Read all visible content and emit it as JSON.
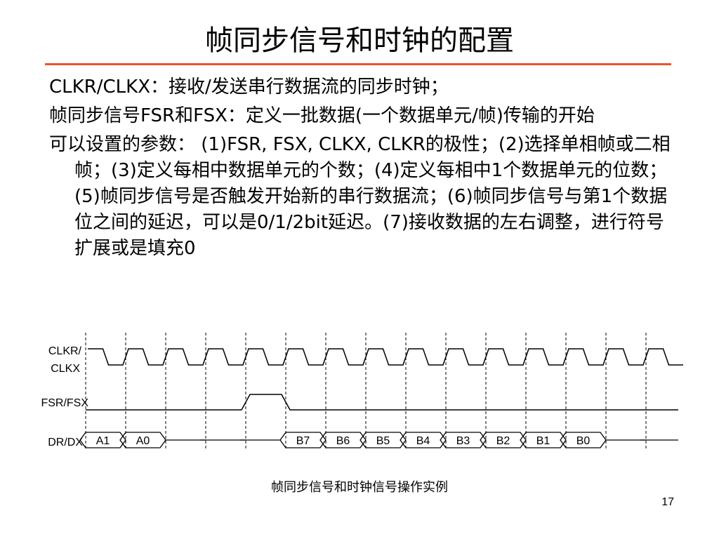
{
  "slide": {
    "title": "帧同步信号和时钟的配置",
    "accent_color": "#e8552b",
    "bullets": [
      "CLKR/CLKX：接收/发送串行数据流的同步时钟；",
      "帧同步信号FSR和FSX：定义一批数据(一个数据单元/帧)传输的开始",
      "可以设置的参数： (1)FSR, FSX, CLKX, CLKR的极性；(2)选择单相帧或二相帧；(3)定义每相中数据单元的个数；(4)定义每相中1个数据单元的位数；(5)帧同步信号是否触发开始新的串行数据流；(6)帧同步信号与第1个数据位之间的延迟，可以是0/1/2bit延迟。(7)接收数据的左右调整，进行符号扩展或是填充0"
    ],
    "caption": "帧同步信号和时钟信号操作实例",
    "page_number": "17"
  },
  "diagram": {
    "signals": {
      "clk_label_line1": "CLKR/",
      "clk_label_line2": "CLKX",
      "fs_label": "FSR/FSX",
      "data_label": "DR/DX"
    },
    "clock_cycles": 15,
    "frame_sync_high_cycle": 4,
    "data_cells": [
      {
        "label": "A1",
        "cycle": 0
      },
      {
        "label": "A0",
        "cycle": 1
      },
      {
        "label": "B7",
        "cycle": 5
      },
      {
        "label": "B6",
        "cycle": 6
      },
      {
        "label": "B5",
        "cycle": 7
      },
      {
        "label": "B4",
        "cycle": 8
      },
      {
        "label": "B3",
        "cycle": 9
      },
      {
        "label": "B2",
        "cycle": 10
      },
      {
        "label": "B1",
        "cycle": 11
      },
      {
        "label": "B0",
        "cycle": 12
      }
    ]
  }
}
